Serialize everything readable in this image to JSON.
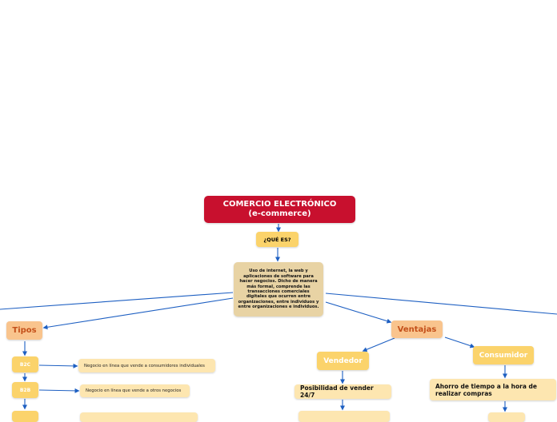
{
  "root": {
    "line1": "COMERCIO ELECTRÓNICO",
    "line2": "(e-commerce)"
  },
  "question": "¿QUÉ ES?",
  "definition": "Uso de internet, la web y aplicaciones de software para hacer negocios. Dicho de manera más formal, comprende las transacciones comerciales digitales que ocurren entre organizaciones, entre individuos y entre organizaciones e individuos.",
  "tipos": {
    "label": "Tipos",
    "items": [
      {
        "label": "B2C",
        "description": "Negocio en línea que vende a consumidores individuales"
      },
      {
        "label": "B2B",
        "description": "Negocio en línea que vende a otros negocios"
      }
    ]
  },
  "ventajas": {
    "label": "Ventajas",
    "vendedor": {
      "label": "Vendedor",
      "items": [
        "Posibilidad de vender 24/7"
      ]
    },
    "consumidor": {
      "label": "Consumidor",
      "items": [
        "Ahorro de tiempo a la hora de realizar compras"
      ]
    }
  },
  "colors": {
    "root": "#c8102e",
    "question": "#fbd36b",
    "definition": "#e8d3a4",
    "category": "#f9c48d",
    "category_text": "#c4501a",
    "leaf": "#fde6b0",
    "connector": "#1d5fc2"
  }
}
